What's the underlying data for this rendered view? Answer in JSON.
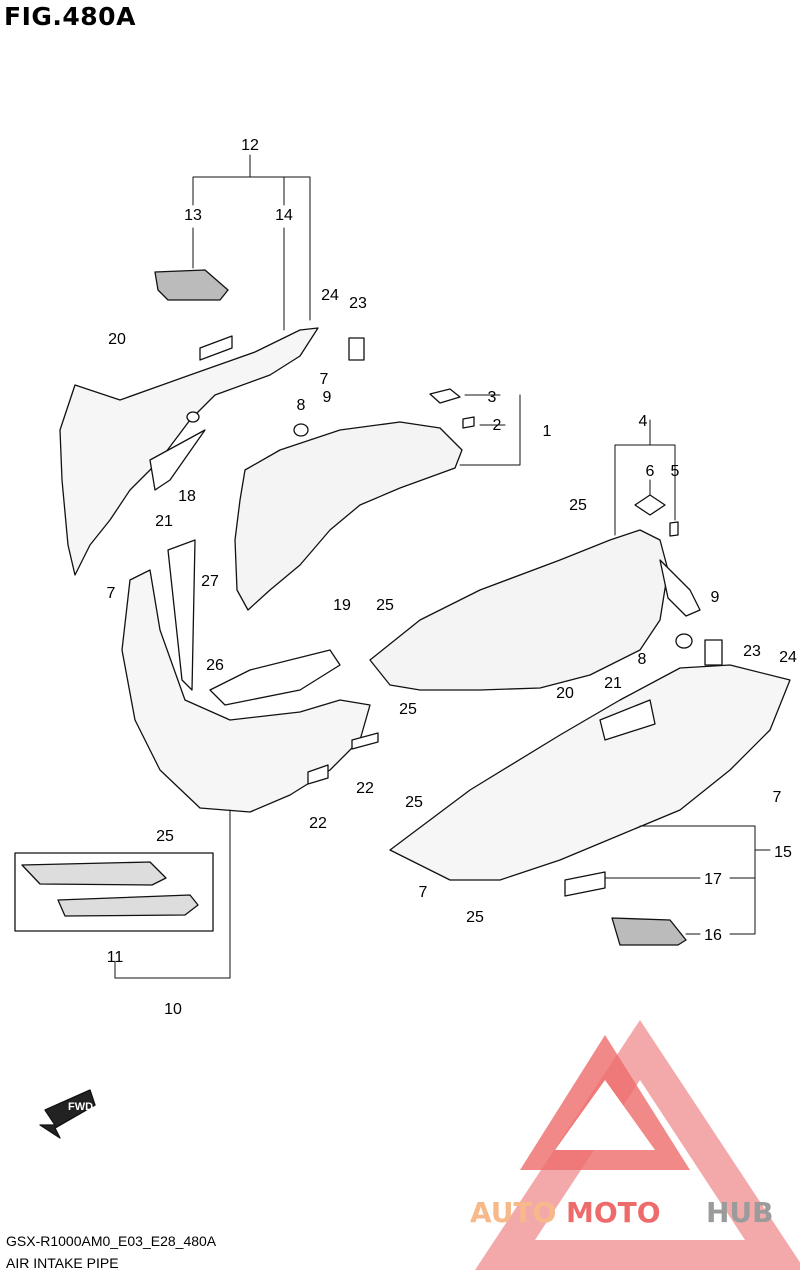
{
  "figure": {
    "title": "FIG.480A"
  },
  "footer": {
    "code": "GSX-R1000AM0_E03_E28_480A",
    "caption": "AIR INTAKE PIPE"
  },
  "fwd_label": "FWD",
  "watermark": {
    "text_auto": "AUTO",
    "text_moto": "MOTO",
    "text_hub": "HUB",
    "color_red": "#ee6b6b",
    "color_orange": "#f7b98a",
    "color_gray": "#9b9b9b"
  },
  "callouts": {
    "c1": "1",
    "c2": "2",
    "c3": "3",
    "c4": "4",
    "c5": "5",
    "c6": "6",
    "c7a": "7",
    "c7b": "7",
    "c7c": "7",
    "c7d": "7",
    "c8a": "8",
    "c8b": "8",
    "c9a": "9",
    "c9b": "9",
    "c10": "10",
    "c11": "11",
    "c12": "12",
    "c13": "13",
    "c14": "14",
    "c15": "15",
    "c16": "16",
    "c17": "17",
    "c18": "18",
    "c19": "19",
    "c20a": "20",
    "c20b": "20",
    "c21a": "21",
    "c21b": "21",
    "c22a": "22",
    "c22b": "22",
    "c23a": "23",
    "c23b": "23",
    "c24a": "24",
    "c24b": "24",
    "c25a": "25",
    "c25b": "25",
    "c25c": "25",
    "c25d": "25",
    "c25e": "25",
    "c25f": "25",
    "c26": "26",
    "c27": "27"
  }
}
